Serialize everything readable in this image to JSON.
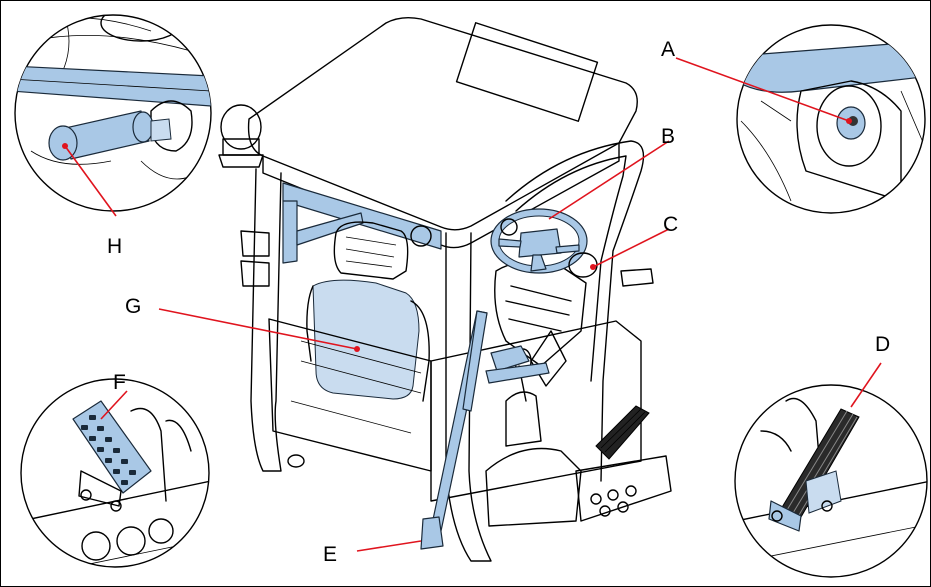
{
  "callouts": [
    {
      "id": "A",
      "label": "A"
    },
    {
      "id": "B",
      "label": "B"
    },
    {
      "id": "C",
      "label": "C"
    },
    {
      "id": "D",
      "label": "D"
    },
    {
      "id": "E",
      "label": "E"
    },
    {
      "id": "F",
      "label": "F"
    },
    {
      "id": "G",
      "label": "G"
    },
    {
      "id": "H",
      "label": "H"
    }
  ],
  "colors": {
    "highlight": "#a9c8e6",
    "leader": "#e0141e",
    "outline": "#000000"
  }
}
